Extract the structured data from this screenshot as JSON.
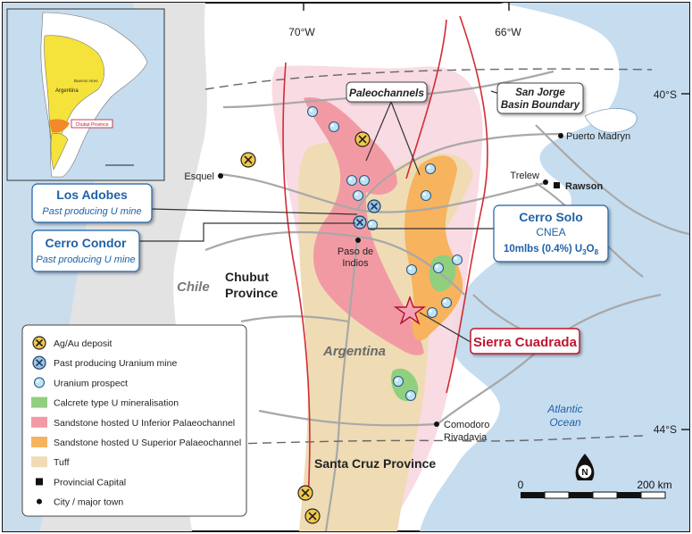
{
  "graticule": {
    "lon_w70": "70°W",
    "lon_w66": "66°W",
    "lat_s40": "40°S",
    "lat_s44": "44°S"
  },
  "inset": {
    "country_label": "Argentina",
    "province_label": "Chubut Province",
    "city_label": "Buenos Aires"
  },
  "labels": {
    "chile": "Chile",
    "argentina": "Argentina",
    "chubut_line1": "Chubut",
    "chubut_line2": "Province",
    "santa_cruz": "Santa Cruz Province",
    "ocean_line1": "Atlantic",
    "ocean_line2": "Ocean"
  },
  "cities": {
    "esquel": "Esquel",
    "puerto_madryn": "Puerto Madryn",
    "trelew": "Trelew",
    "rawson": "Rawson",
    "paso_line1": "Paso de",
    "paso_line2": "Indios",
    "comodoro_line1": "Comodoro",
    "comodoro_line2": "Rivadavia"
  },
  "callouts": {
    "paleochannels": "Paleochannels",
    "sj_line1": "San Jorge",
    "sj_line2": "Basin Boundary",
    "los_adobes_title": "Los Adobes",
    "los_adobes_sub": "Past producing U mine",
    "cerro_condor_title": "Cerro Condor",
    "cerro_condor_sub": "Past producing U mine",
    "cerro_solo_title": "Cerro Solo",
    "cerro_solo_org": "CNEA",
    "cerro_solo_grade_main": "10mlbs (0.4%) U",
    "cerro_solo_sub3": "3",
    "cerro_solo_O": "O",
    "cerro_solo_sub8": "8",
    "sierra_cuadrada": "Sierra Cuadrada"
  },
  "legend": {
    "items": [
      {
        "label": "Ag/Au deposit",
        "symbol": "mine-icon"
      },
      {
        "label": "Past producing Uranium mine",
        "symbol": "uranium-mine-icon"
      },
      {
        "label": "Uranium prospect",
        "symbol": "prospect-icon"
      },
      {
        "label": "Calcrete type U mineralisation",
        "symbol": "swatch",
        "color": "#8fcf7e"
      },
      {
        "label": "Sandstone hosted U Inferior Palaeochannel",
        "symbol": "swatch",
        "color": "#f29aa4"
      },
      {
        "label": "Sandstone hosted U Superior Palaeochannel",
        "symbol": "swatch",
        "color": "#f7b35e"
      },
      {
        "label": "Tuff",
        "symbol": "swatch",
        "color": "#efdcb4"
      },
      {
        "label": "Provincial Capital",
        "symbol": "square"
      },
      {
        "label": "City / major town",
        "symbol": "dot"
      }
    ]
  },
  "scale": {
    "start": "0",
    "end": "200 km"
  },
  "north": "N",
  "colors": {
    "ocean": "#c6dcef",
    "land": "#ffffff",
    "chile": "#e3e3e3",
    "tuff": "#efdcb4",
    "inferior": "#f29aa4",
    "superior": "#f7b35e",
    "calcrete": "#8fcf7e",
    "channel_zone": "#f8d7e0",
    "accent_blue": "#1f62a8",
    "accent_red": "#c0152e"
  }
}
